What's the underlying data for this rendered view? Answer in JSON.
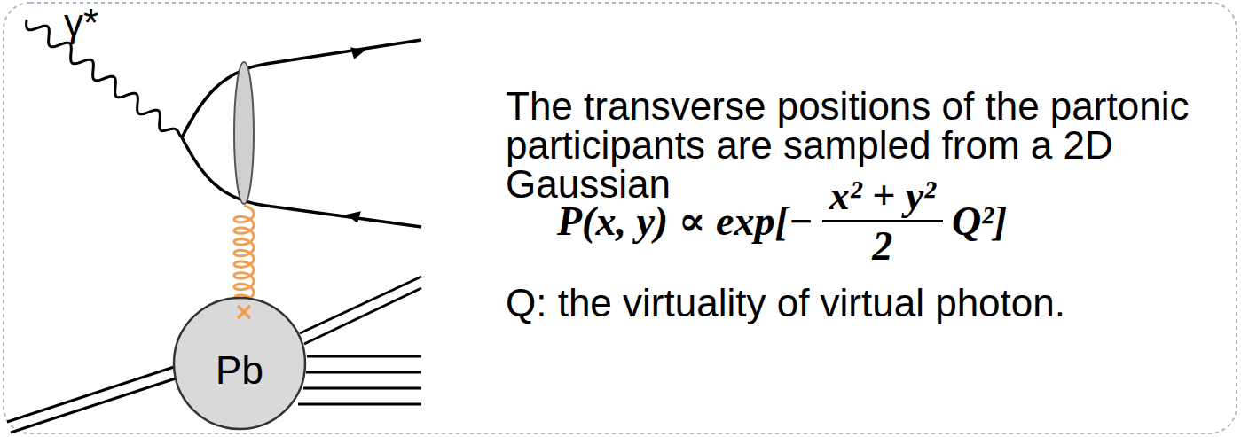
{
  "diagram": {
    "nodes": [
      {
        "text": [
          "Pb"
        ]
      }
    ],
    "labels": [
      "γ*",
      "The transverse positions of the partonic participants are sampled from a 2D Gaussian",
      "P(x, y) ∝ exp[−",
      "x² + y²",
      "2",
      "Q²]",
      "Q: the virtuality of virtual photon."
    ]
  }
}
